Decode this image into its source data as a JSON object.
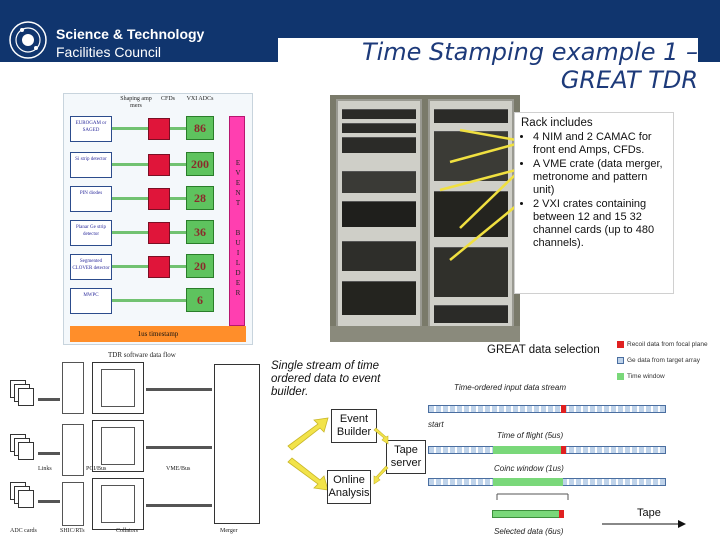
{
  "header": {
    "org_line1": "Science & Technology",
    "org_line2": "Facilities Council",
    "title_line1": "Time Stamping example 1 –",
    "title_line2": "GREAT TDR"
  },
  "diagram_left": {
    "col_headings": [
      "Shaping amp mers",
      "CFDs",
      "VXI ADCs"
    ],
    "detectors": [
      "EUROGAM or SAGED",
      "Si strip detector",
      "PIN diodes",
      "Planar Ge strip detector",
      "Segmented CLOVER detector",
      "MWPC"
    ],
    "adc_counts": [
      "86",
      "200",
      "28",
      "36",
      "20",
      "6"
    ],
    "event_builder_letters": [
      "E",
      "V",
      "E",
      "N",
      "T",
      "",
      "B",
      "U",
      "I",
      "L",
      "D",
      "E",
      "R"
    ],
    "timestamp_label": "1us timestamp",
    "colors": {
      "amp": "#e0153a",
      "adc": "#5ec35e",
      "event_builder": "#ff3fb0",
      "timestamp": "#ff8e2a"
    }
  },
  "callout": {
    "heading": "Rack includes",
    "items": [
      "4 NIM and 2 CAMAC for front end Amps, CFDs.",
      "A VME crate (data merger, metronome and pattern unit)",
      "2 VXI crates containing between 12 and 15 32 channel cards (up to 480 channels)."
    ]
  },
  "sw_flow": {
    "heading": "TDR software data flow",
    "labels": [
      "ADC cards",
      "SHIC/RTs",
      "Collators",
      "Merger"
    ],
    "small_labels": [
      "Links",
      "PCI/Bus",
      "VME/Bus"
    ]
  },
  "middle": {
    "stream_text": "Single stream of time ordered data to event builder.",
    "event_builder": "Event Builder",
    "tape_server": "Tape server",
    "online_analysis": "Online Analysis"
  },
  "selection": {
    "title": "GREAT data selection",
    "legend": [
      {
        "label": "Recoil data from focal plane",
        "color": "#e02020"
      },
      {
        "label": "Ge data from target array",
        "color": "#bfd3ea"
      },
      {
        "label": "Time window",
        "color": "#7ad87a"
      }
    ],
    "input_label": "Time-ordered input data stream",
    "start_label": "start",
    "tof_label": "Time of flight (5us)",
    "coinc_label": "Coinc window (1us)",
    "selected_label": "Selected data (6us)",
    "tape_label": "Tape"
  }
}
